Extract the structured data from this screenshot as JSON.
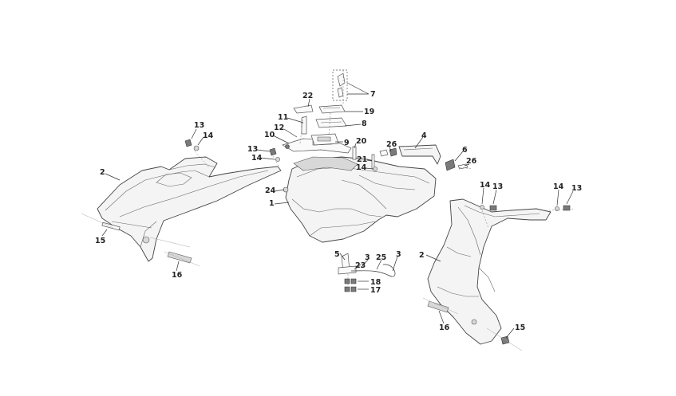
{
  "callouts": [
    {
      "id": "c7",
      "text": "7"
    },
    {
      "id": "c22",
      "text": "22"
    },
    {
      "id": "c19",
      "text": "19"
    },
    {
      "id": "c11",
      "text": "11"
    },
    {
      "id": "c8",
      "text": "8"
    },
    {
      "id": "c12",
      "text": "12"
    },
    {
      "id": "c10",
      "text": "10"
    },
    {
      "id": "c9",
      "text": "9"
    },
    {
      "id": "c4",
      "text": "4"
    },
    {
      "id": "c20",
      "text": "20"
    },
    {
      "id": "c26a",
      "text": "26"
    },
    {
      "id": "c13a",
      "text": "13"
    },
    {
      "id": "c14a",
      "text": "14"
    },
    {
      "id": "c13b",
      "text": "13"
    },
    {
      "id": "c14b",
      "text": "14"
    },
    {
      "id": "c21",
      "text": "21"
    },
    {
      "id": "c14c",
      "text": "14"
    },
    {
      "id": "c6",
      "text": "6"
    },
    {
      "id": "c26b",
      "text": "26"
    },
    {
      "id": "c2a",
      "text": "2"
    },
    {
      "id": "c24",
      "text": "24"
    },
    {
      "id": "c1",
      "text": "1"
    },
    {
      "id": "c14d",
      "text": "14"
    },
    {
      "id": "c13c",
      "text": "13"
    },
    {
      "id": "c14e",
      "text": "14"
    },
    {
      "id": "c13d",
      "text": "13"
    },
    {
      "id": "c15a",
      "text": "15"
    },
    {
      "id": "c5",
      "text": "5"
    },
    {
      "id": "c3a",
      "text": "3"
    },
    {
      "id": "c25",
      "text": "25"
    },
    {
      "id": "c3b",
      "text": "3"
    },
    {
      "id": "c23",
      "text": "23"
    },
    {
      "id": "c2b",
      "text": "2"
    },
    {
      "id": "c16a",
      "text": "16"
    },
    {
      "id": "c18",
      "text": "18"
    },
    {
      "id": "c17",
      "text": "17"
    },
    {
      "id": "c16b",
      "text": "16"
    },
    {
      "id": "c15b",
      "text": "15"
    }
  ]
}
